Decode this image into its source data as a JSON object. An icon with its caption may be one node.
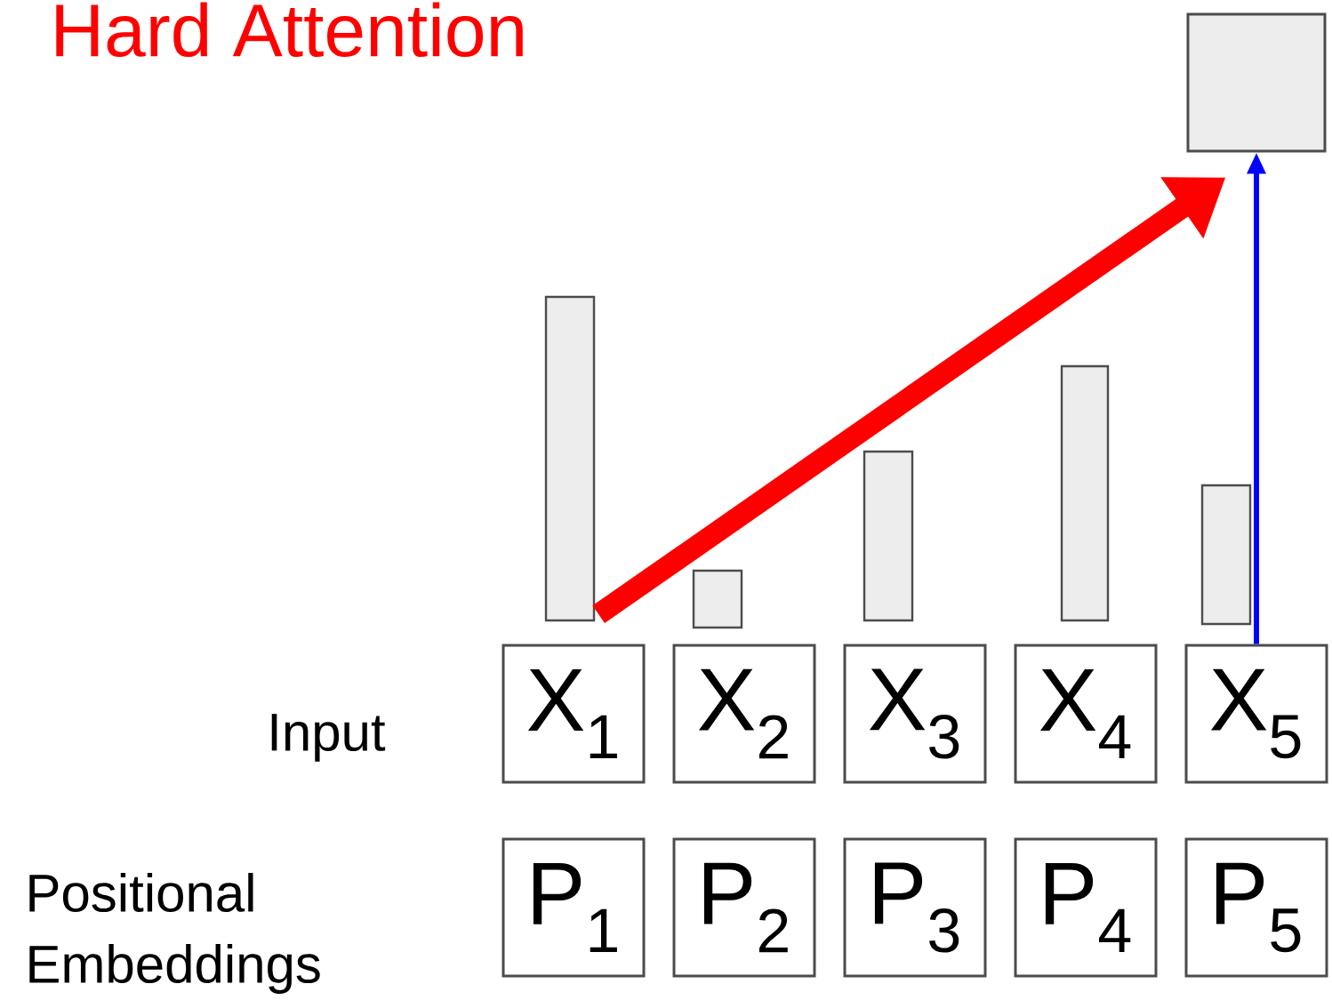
{
  "diagram": {
    "title": "Hard Attention",
    "nodes": [
      {
        "text": [],
        "shape": "box"
      },
      {
        "text": [],
        "shape": "bar"
      },
      {
        "text": [],
        "shape": "bar"
      },
      {
        "text": [],
        "shape": "bar"
      },
      {
        "text": [],
        "shape": "bar"
      },
      {
        "text": [],
        "shape": "bar"
      },
      {
        "text": [
          "X$_{1}$"
        ]
      },
      {
        "text": [
          "X$_{2}$"
        ]
      },
      {
        "text": [
          "X$_{3}$"
        ]
      },
      {
        "text": [
          "X$_{4}$"
        ]
      },
      {
        "text": [
          "X$_{5}$"
        ]
      },
      {
        "text": [
          "P$_{1}$"
        ]
      },
      {
        "text": [
          "P$_{2}$"
        ]
      },
      {
        "text": [
          "P$_{3}$"
        ]
      },
      {
        "text": [
          "P$_{4}$"
        ]
      },
      {
        "text": [
          "P$_{5}$"
        ]
      }
    ],
    "edges": [
      {
        "from": 1,
        "to": 0,
        "arrow": "to",
        "style": "thick",
        "color": "#ff0000"
      },
      {
        "from": 10,
        "to": 0,
        "arrow": "to",
        "color": "#0000ff"
      }
    ],
    "labels": [
      "Input",
      "Positional Embeddings"
    ]
  }
}
